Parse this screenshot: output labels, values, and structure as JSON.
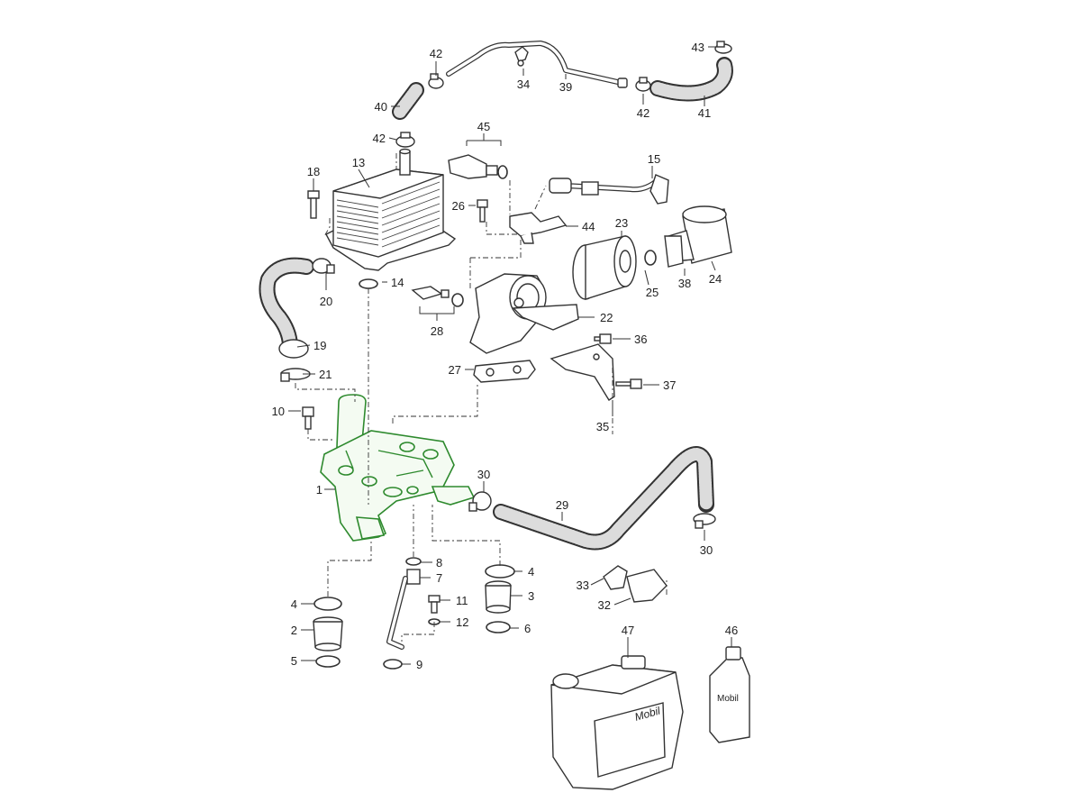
{
  "labels": {
    "l1": "1",
    "l2": "2",
    "l3": "3",
    "l4a": "4",
    "l4b": "4",
    "l5": "5",
    "l6": "6",
    "l7": "7",
    "l8": "8",
    "l9": "9",
    "l10": "10",
    "l11": "11",
    "l12": "12",
    "l13": "13",
    "l14": "14",
    "l15": "15",
    "l18": "18",
    "l19": "19",
    "l20": "20",
    "l21": "21",
    "l22": "22",
    "l23": "23",
    "l24": "24",
    "l25": "25",
    "l26": "26",
    "l27": "27",
    "l28": "28",
    "l29": "29",
    "l30a": "30",
    "l30b": "30",
    "l32": "32",
    "l33": "33",
    "l34": "34",
    "l35": "35",
    "l36": "36",
    "l37": "37",
    "l38": "38",
    "l39": "39",
    "l40": "40",
    "l41": "41",
    "l42a": "42",
    "l42b": "42",
    "l42c": "42",
    "l43": "43",
    "l44": "44",
    "l45": "45",
    "l46": "46",
    "l47": "47"
  },
  "brand": {
    "canister": "Mobil",
    "bottle": "Mobil"
  },
  "colors": {
    "highlight": "#2e8a2e",
    "line": "#333333"
  }
}
